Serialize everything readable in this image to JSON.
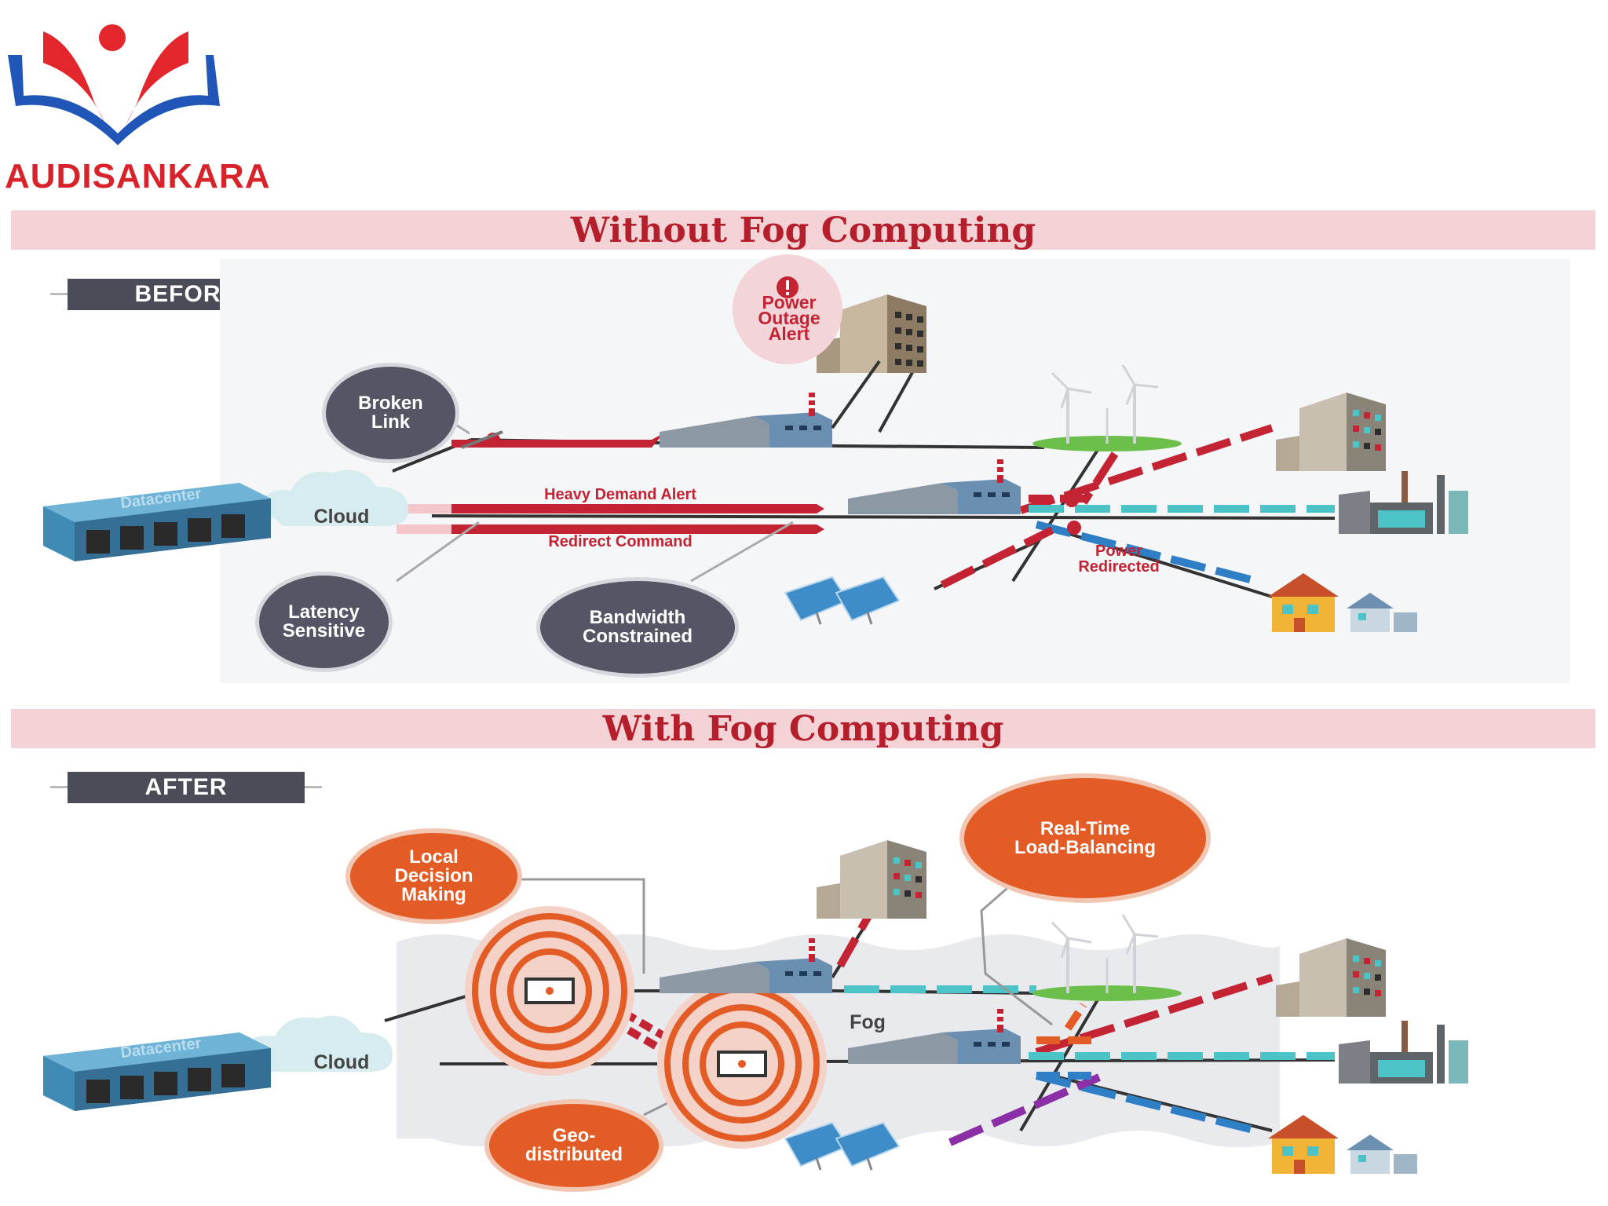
{
  "logo": {
    "text": "AUDISANKARA"
  },
  "sections": {
    "before": {
      "title": "Without Fog Computing",
      "tag": "BEFORE",
      "labels": {
        "broken_link": "Broken\nLink",
        "power_outage": "Power\nOutage\nAlert",
        "heavy_demand": "Heavy Demand Alert",
        "redirect": "Redirect Command",
        "latency": "Latency\nSensitive",
        "bandwidth": "Bandwidth\nConstrained",
        "power_redirected": "Power\nRedirected",
        "cloud": "Cloud",
        "datacenter": "Datacenter"
      }
    },
    "after": {
      "title": "With Fog Computing",
      "tag": "AFTER",
      "labels": {
        "local_decision": "Local\nDecision\nMaking",
        "load_balancing": "Real-Time\nLoad-Balancing",
        "geo_distributed": "Geo-\ndistributed",
        "fog": "Fog",
        "cloud": "Cloud",
        "datacenter": "Datacenter"
      }
    }
  },
  "colors": {
    "red": "#c32333",
    "pink": "#e9a3ad",
    "teal": "#4cc3c6",
    "blue": "#2f7fc6",
    "purple": "#8b2fa6",
    "orange": "#e35b25",
    "dark_bubble": "#545665",
    "banner": "#f4d3d7"
  }
}
